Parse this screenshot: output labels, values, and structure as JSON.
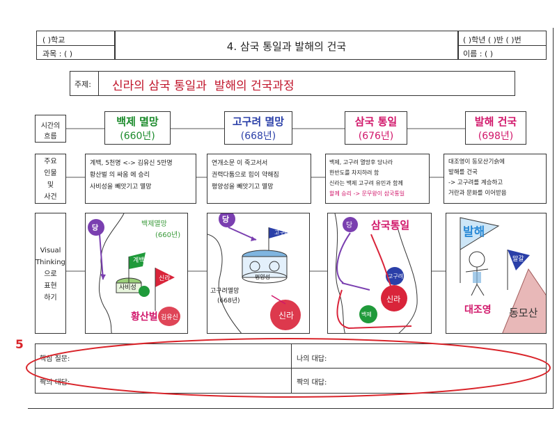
{
  "header": {
    "school": "(        )학교",
    "subject": "과목 : (        )",
    "title": "4. 삼국 통일과 발해의 건국",
    "grade": "(  )학년 (  )반 (  )번",
    "name": "이름 : (                )"
  },
  "topic": {
    "label": "주제:",
    "text": "신라의 삼국 통일과  발해의 건국과정"
  },
  "rows": {
    "time": "시간의\n흐름",
    "people": "주요\n인물\n및\n사건",
    "visual": "Visual\nThinking\n으로\n표현\n하기"
  },
  "columns": [
    {
      "title": "백제 멸망",
      "year": "(660년)",
      "title_color": "#1a8a2a",
      "year_color": "#1a8a2a",
      "lines": [
        "계백, 5천명 <-> 김유신 5만명",
        "황산벌 의 싸움 에 승리",
        "사비성을 빼앗기고 멸망"
      ]
    },
    {
      "title": "고구려 멸망",
      "year": "(668년)",
      "title_color": "#2a3fa8",
      "year_color": "#2a3fa8",
      "lines": [
        "연개소문 이 죽고서서",
        "권력다툼으로 힘이 약해짐",
        "평양성을 빼앗기고 멸망"
      ]
    },
    {
      "title": "삼국 통일",
      "year": "(676년)",
      "title_color": "#d1166a",
      "year_color": "#d1166a",
      "lines": [
        "백제, 고구려 멸망후 당나라",
        "한반도를 차지하려 함",
        "신라는 백제 고구려 유민과 함께",
        "할께 승리 -> 문무왕이 삼국통일"
      ]
    },
    {
      "title": "발해 건국",
      "year": "(698년)",
      "title_color": "#d1166a",
      "year_color": "#d1166a",
      "lines": [
        "대조영이 동모산기슭에",
        "발해를 건국",
        "-> 고구려를 계승하고",
        "거란과 문화를 이어받음"
      ]
    }
  ],
  "drawings": [
    {
      "labels": [
        "당",
        "백제멸망",
        "(660년)",
        "사비성",
        "신라",
        "계백",
        "황산벌",
        "김유신"
      ]
    },
    {
      "labels": [
        "당",
        "고구려",
        "고구려멸망",
        "(668년)",
        "평양성",
        "신라"
      ]
    },
    {
      "labels": [
        "당",
        "삼국통일",
        "고구려",
        "백제",
        "신라"
      ]
    },
    {
      "labels": [
        "발해",
        "대조영",
        "말갈",
        "동모산"
      ]
    }
  ],
  "footer": {
    "number": "5",
    "q_label": "핵심 질문:",
    "my_answer": "나의 대답:",
    "partner_answer_left": "짝의 대답:",
    "partner_answer_right": "짝의 대답:"
  }
}
